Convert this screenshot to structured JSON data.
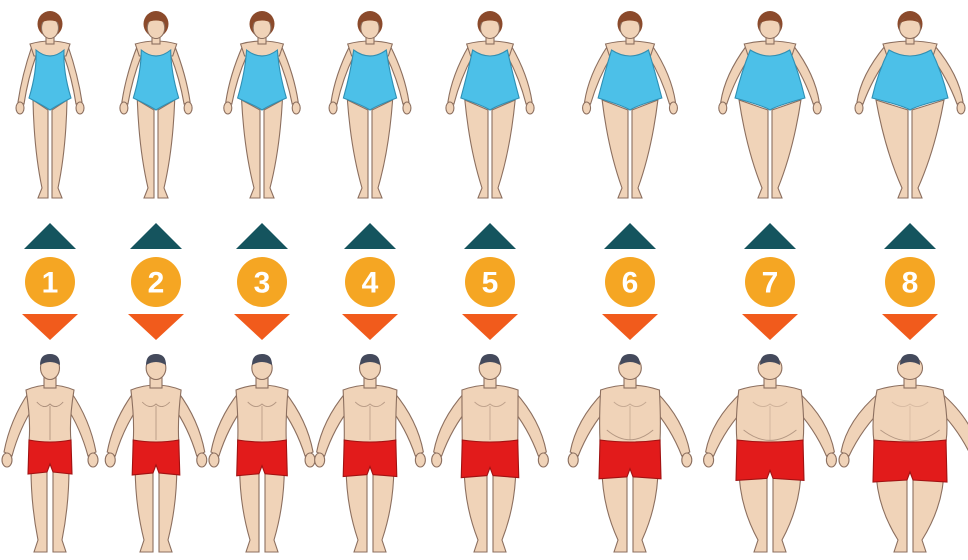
{
  "scale": {
    "levels": [
      {
        "label": "1",
        "woman_build": 0.0,
        "man_build": 0.0
      },
      {
        "label": "2",
        "woman_build": 0.1,
        "man_build": 0.12
      },
      {
        "label": "3",
        "woman_build": 0.2,
        "man_build": 0.22
      },
      {
        "label": "4",
        "woman_build": 0.33,
        "man_build": 0.32
      },
      {
        "label": "5",
        "woman_build": 0.48,
        "man_build": 0.45
      },
      {
        "label": "6",
        "woman_build": 0.64,
        "man_build": 0.6
      },
      {
        "label": "7",
        "woman_build": 0.82,
        "man_build": 0.8
      },
      {
        "label": "8",
        "woman_build": 1.0,
        "man_build": 1.0
      }
    ]
  },
  "colors": {
    "skin": "#f0d3b8",
    "skin_outline": "#8c6f5f",
    "woman_hair": "#8b4a2b",
    "man_hair": "#444a5c",
    "swimsuit": "#4cc0e8",
    "trunks": "#e21b1b",
    "trunks_dark": "#a11212",
    "arrow_up": "#15545e",
    "arrow_down": "#f15b1c",
    "badge": "#f5a623",
    "badge_text": "#ffffff"
  },
  "icons": {
    "up": "triangle-up-icon",
    "down": "triangle-down-icon"
  }
}
